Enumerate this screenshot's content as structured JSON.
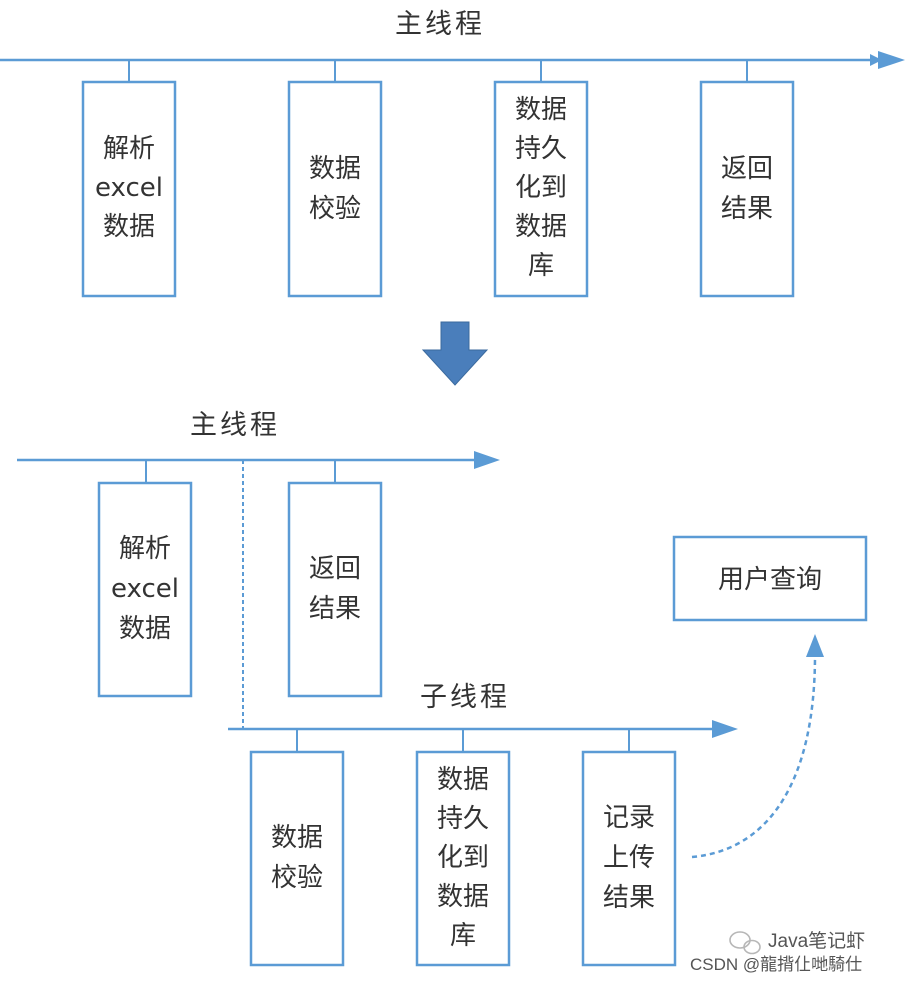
{
  "diagram": {
    "top": {
      "title": "主线程",
      "steps": [
        [
          "解析",
          "excel",
          "数据"
        ],
        [
          "数据",
          "校验"
        ],
        [
          "数据",
          "持久",
          "化到",
          "数据",
          "库"
        ],
        [
          "返回",
          "结果"
        ]
      ]
    },
    "bottom": {
      "main_title": "主线程",
      "main_steps": [
        [
          "解析",
          "excel",
          "数据"
        ],
        [
          "返回",
          "结果"
        ]
      ],
      "sub_title": "子线程",
      "sub_steps": [
        [
          "数据",
          "校验"
        ],
        [
          "数据",
          "持久",
          "化到",
          "数据",
          "库"
        ],
        [
          "记录",
          "上传",
          "结果"
        ]
      ],
      "user_query": "用户查询"
    }
  },
  "watermark": {
    "line1": "Java笔记虾",
    "line2": "CSDN @龍揹仩哋騎仕"
  },
  "colors": {
    "line": "#5B9BD5",
    "arrow_fill": "#4A7EBB",
    "box_border": "#5B9BD5",
    "text": "#333333"
  }
}
